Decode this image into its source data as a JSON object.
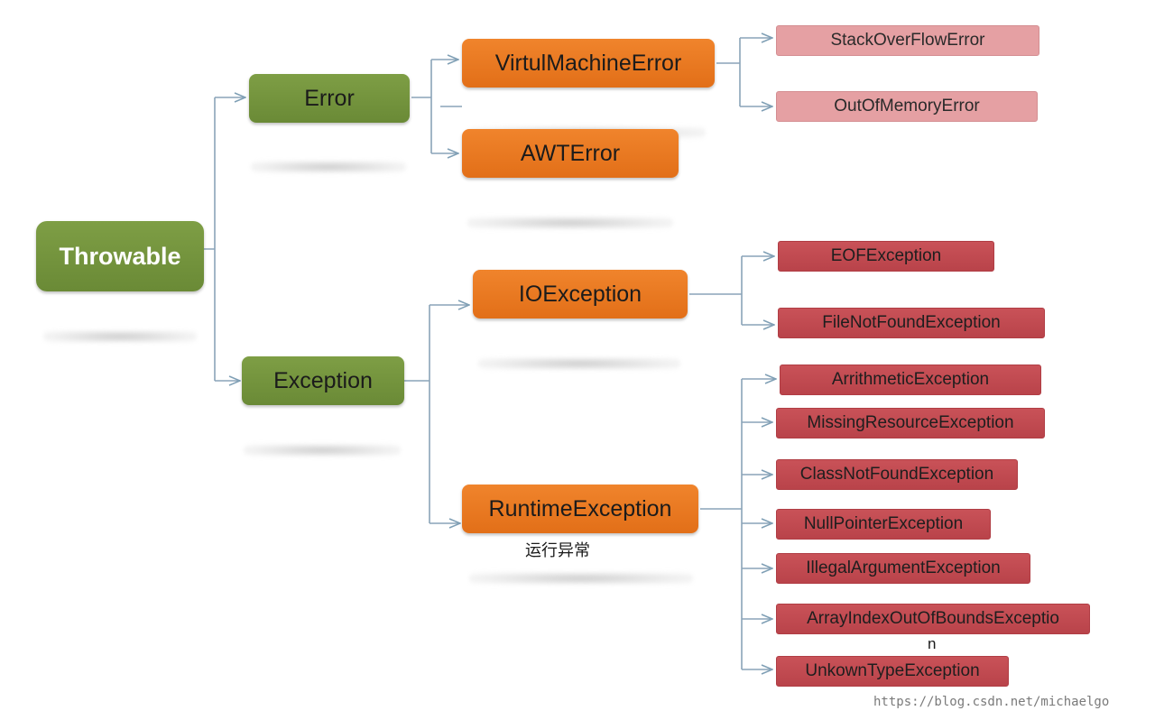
{
  "nodes": {
    "throwable": "Throwable",
    "error": "Error",
    "exception": "Exception",
    "virtual_machine_error": "VirtulMachineError",
    "awt_error": "AWTError",
    "io_exception": "IOException",
    "runtime_exception": "RuntimeException",
    "stack_overflow_error": "StackOverFlowError",
    "out_of_memory_error": "OutOfMemoryError",
    "eof_exception": "EOFException",
    "file_not_found_exception": "FileNotFoundException",
    "arithmetic_exception": "ArrithmeticException",
    "missing_resource_exception": "MissingResourceException",
    "class_not_found_exception": "ClassNotFoundException",
    "null_pointer_exception": "NullPointerException",
    "illegal_argument_exception": "IllegalArgumentException",
    "array_index_out_of_bounds_exception": "ArrayIndexOutOfBoundsExceptio",
    "unkown_type_exception": "UnkownTypeException"
  },
  "labels": {
    "runtime_annotation": "运行异常",
    "wrapped_n": "n"
  },
  "watermark": "https://blog.csdn.net/michaelgo",
  "colors": {
    "root_green": "#6f8f3a",
    "branch_green": "#7a9a45",
    "orange": "#ec7a22",
    "pink_leaf": "#e5a0a3",
    "red_leaf": "#c24b51",
    "connector": "#7f9fb5"
  }
}
